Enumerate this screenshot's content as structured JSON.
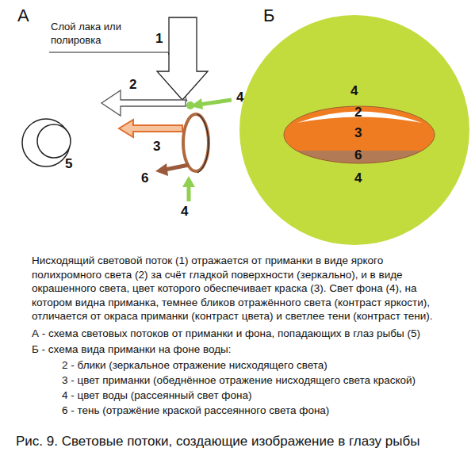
{
  "diagram": {
    "caption": "Рис. 9. Световые потоки, создающие изображение в глазу рыбы",
    "labels": [
      "А",
      "Слой лака или полировка",
      "1",
      "2",
      "3",
      "4",
      "6",
      "4",
      "5",
      "Б",
      "4",
      "2",
      "3",
      "6",
      "4",
      "Нисходящий световой поток (1) отражается от приманки в виде яркого полихромного света (2) за счёт гладкой поверхности (зеркально), и в виде окрашенного света, цвет которого обеспечивает краска (3). Свет фона (4), на котором видна приманка, темнее бликов отражённого света (контраст яркости), отличается от окраса приманки (контраст цвета) и светлее тени (контраст тени).",
      "А - схема световых потоков от приманки и фона, попадающих в глаз рыбы (5)",
      "Б - схема вида приманки на фоне воды:",
      "2 - блики (зеркальное отражение нисходящего света)",
      "3 - цвет приманки (обеднённое отражение нисходящего света краской)",
      "4 - цвет воды (рассеянный свет фона)",
      "6 - тень (отражёние краской рассеянного света фона)"
    ]
  }
}
